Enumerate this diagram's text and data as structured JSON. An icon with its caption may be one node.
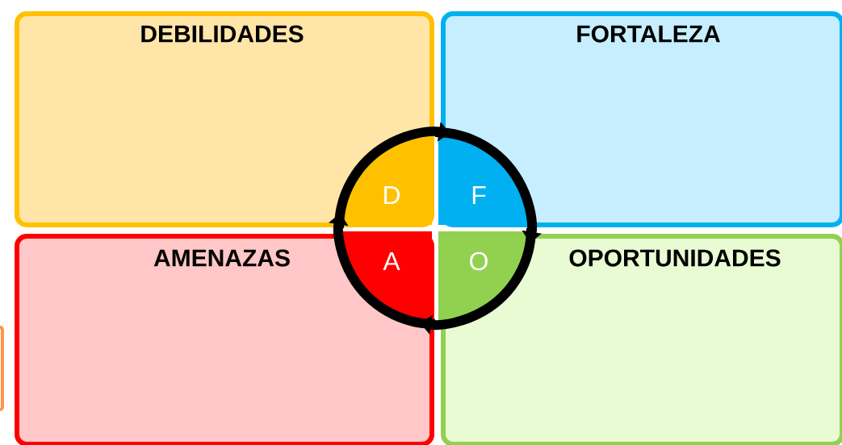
{
  "diagram": {
    "nodes": [
      {
        "text": [
          "DEBILIDADES"
        ]
      },
      {
        "text": [
          "FORTALEZA"
        ]
      },
      {
        "text": [
          "AMENAZAS"
        ]
      },
      {
        "text": [
          "OPORTUNIDADES"
        ]
      },
      {
        "text": [
          "D"
        ],
        "in": 0
      },
      {
        "text": [
          "F"
        ],
        "in": 1
      },
      {
        "text": [
          "A"
        ],
        "in": 2
      },
      {
        "text": [
          "O"
        ],
        "in": 3
      }
    ],
    "edges": [
      {
        "from": 4,
        "to": 5,
        "arrow": "to"
      },
      {
        "from": 5,
        "to": 7,
        "arrow": "to"
      },
      {
        "from": 7,
        "to": 6,
        "arrow": "to"
      },
      {
        "from": 6,
        "to": 4,
        "arrow": "to"
      }
    ]
  }
}
